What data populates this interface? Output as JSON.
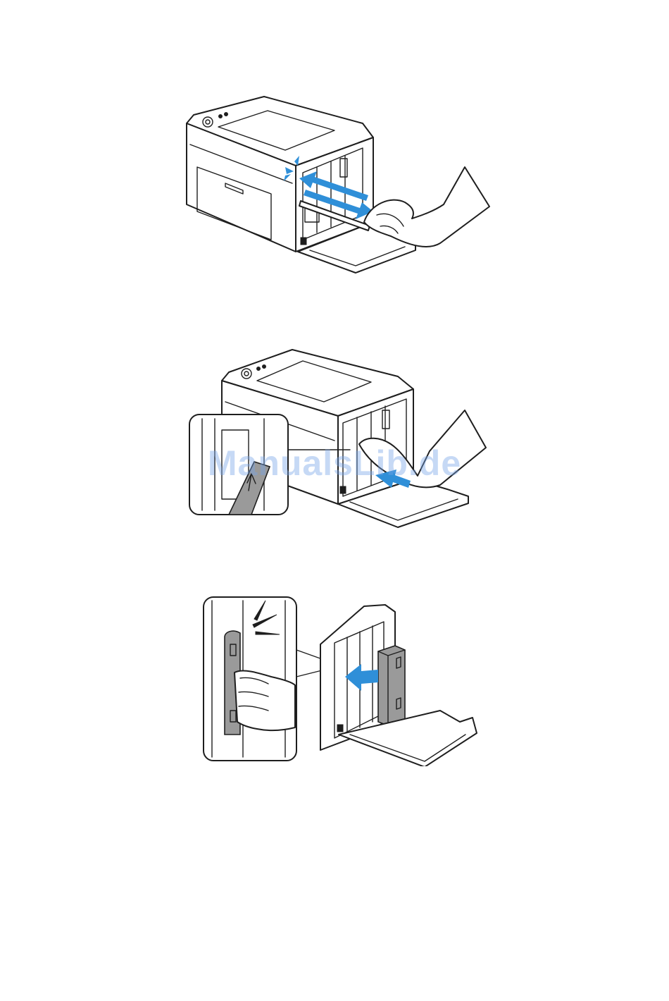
{
  "watermark": {
    "text": "ManualsLib.de",
    "color": "#78a5e6"
  },
  "illustrations": [
    {
      "id": "step-1",
      "icon": "printer-wiper-cleaning-illustration"
    },
    {
      "id": "step-2",
      "icon": "printer-wiper-insert-illustration"
    },
    {
      "id": "step-3",
      "icon": "waste-toner-box-insert-illustration"
    }
  ],
  "colors": {
    "line_art": "#1e1e1e",
    "arrow_blue": "#2f8fd8",
    "part_grey": "#9a9a9a",
    "background": "#ffffff"
  }
}
